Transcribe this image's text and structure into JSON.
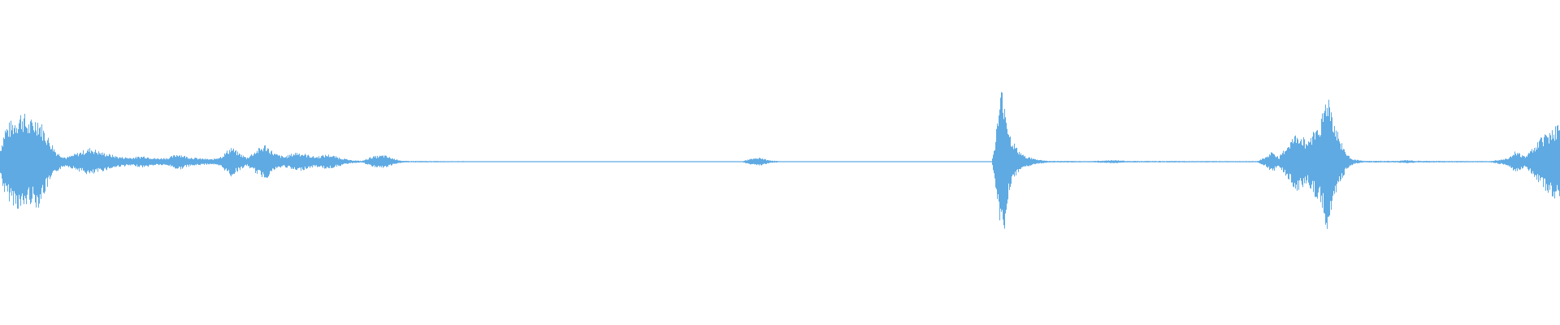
{
  "waveform": {
    "color": "#5FAAE3",
    "background": "#FFFFFF",
    "amplitude_envelope": [
      [
        0.0,
        0.16
      ],
      [
        0.003,
        0.42
      ],
      [
        0.008,
        0.5
      ],
      [
        0.014,
        0.62
      ],
      [
        0.018,
        0.48
      ],
      [
        0.024,
        0.55
      ],
      [
        0.03,
        0.32
      ],
      [
        0.036,
        0.12
      ],
      [
        0.042,
        0.05
      ],
      [
        0.05,
        0.11
      ],
      [
        0.058,
        0.17
      ],
      [
        0.064,
        0.12
      ],
      [
        0.07,
        0.09
      ],
      [
        0.076,
        0.06
      ],
      [
        0.084,
        0.05
      ],
      [
        0.092,
        0.07
      ],
      [
        0.1,
        0.04
      ],
      [
        0.108,
        0.05
      ],
      [
        0.114,
        0.1
      ],
      [
        0.12,
        0.06
      ],
      [
        0.128,
        0.04
      ],
      [
        0.136,
        0.03
      ],
      [
        0.142,
        0.07
      ],
      [
        0.148,
        0.18
      ],
      [
        0.152,
        0.12
      ],
      [
        0.158,
        0.05
      ],
      [
        0.164,
        0.14
      ],
      [
        0.17,
        0.21
      ],
      [
        0.176,
        0.1
      ],
      [
        0.182,
        0.06
      ],
      [
        0.19,
        0.12
      ],
      [
        0.196,
        0.09
      ],
      [
        0.202,
        0.06
      ],
      [
        0.21,
        0.09
      ],
      [
        0.218,
        0.05
      ],
      [
        0.224,
        0.02
      ],
      [
        0.232,
        0.01
      ],
      [
        0.238,
        0.06
      ],
      [
        0.246,
        0.08
      ],
      [
        0.252,
        0.04
      ],
      [
        0.258,
        0.01
      ],
      [
        0.3,
        0.006
      ],
      [
        0.4,
        0.006
      ],
      [
        0.476,
        0.006
      ],
      [
        0.48,
        0.03
      ],
      [
        0.488,
        0.05
      ],
      [
        0.492,
        0.02
      ],
      [
        0.5,
        0.006
      ],
      [
        0.6,
        0.006
      ],
      [
        0.636,
        0.006
      ],
      [
        0.638,
        0.26
      ],
      [
        0.641,
        0.73
      ],
      [
        0.643,
        0.95
      ],
      [
        0.645,
        0.62
      ],
      [
        0.648,
        0.3
      ],
      [
        0.652,
        0.16
      ],
      [
        0.656,
        0.08
      ],
      [
        0.664,
        0.03
      ],
      [
        0.672,
        0.01
      ],
      [
        0.7,
        0.008
      ],
      [
        0.714,
        0.02
      ],
      [
        0.722,
        0.01
      ],
      [
        0.78,
        0.008
      ],
      [
        0.806,
        0.008
      ],
      [
        0.812,
        0.06
      ],
      [
        0.816,
        0.13
      ],
      [
        0.82,
        0.05
      ],
      [
        0.826,
        0.22
      ],
      [
        0.832,
        0.35
      ],
      [
        0.838,
        0.25
      ],
      [
        0.844,
        0.43
      ],
      [
        0.848,
        0.58
      ],
      [
        0.851,
        0.86
      ],
      [
        0.853,
        0.73
      ],
      [
        0.856,
        0.45
      ],
      [
        0.86,
        0.24
      ],
      [
        0.864,
        0.08
      ],
      [
        0.868,
        0.03
      ],
      [
        0.874,
        0.01
      ],
      [
        0.896,
        0.01
      ],
      [
        0.902,
        0.02
      ],
      [
        0.908,
        0.01
      ],
      [
        0.955,
        0.008
      ],
      [
        0.966,
        0.04
      ],
      [
        0.972,
        0.13
      ],
      [
        0.978,
        0.06
      ],
      [
        0.984,
        0.2
      ],
      [
        0.99,
        0.33
      ],
      [
        0.996,
        0.42
      ],
      [
        1.0,
        0.45
      ]
    ]
  }
}
